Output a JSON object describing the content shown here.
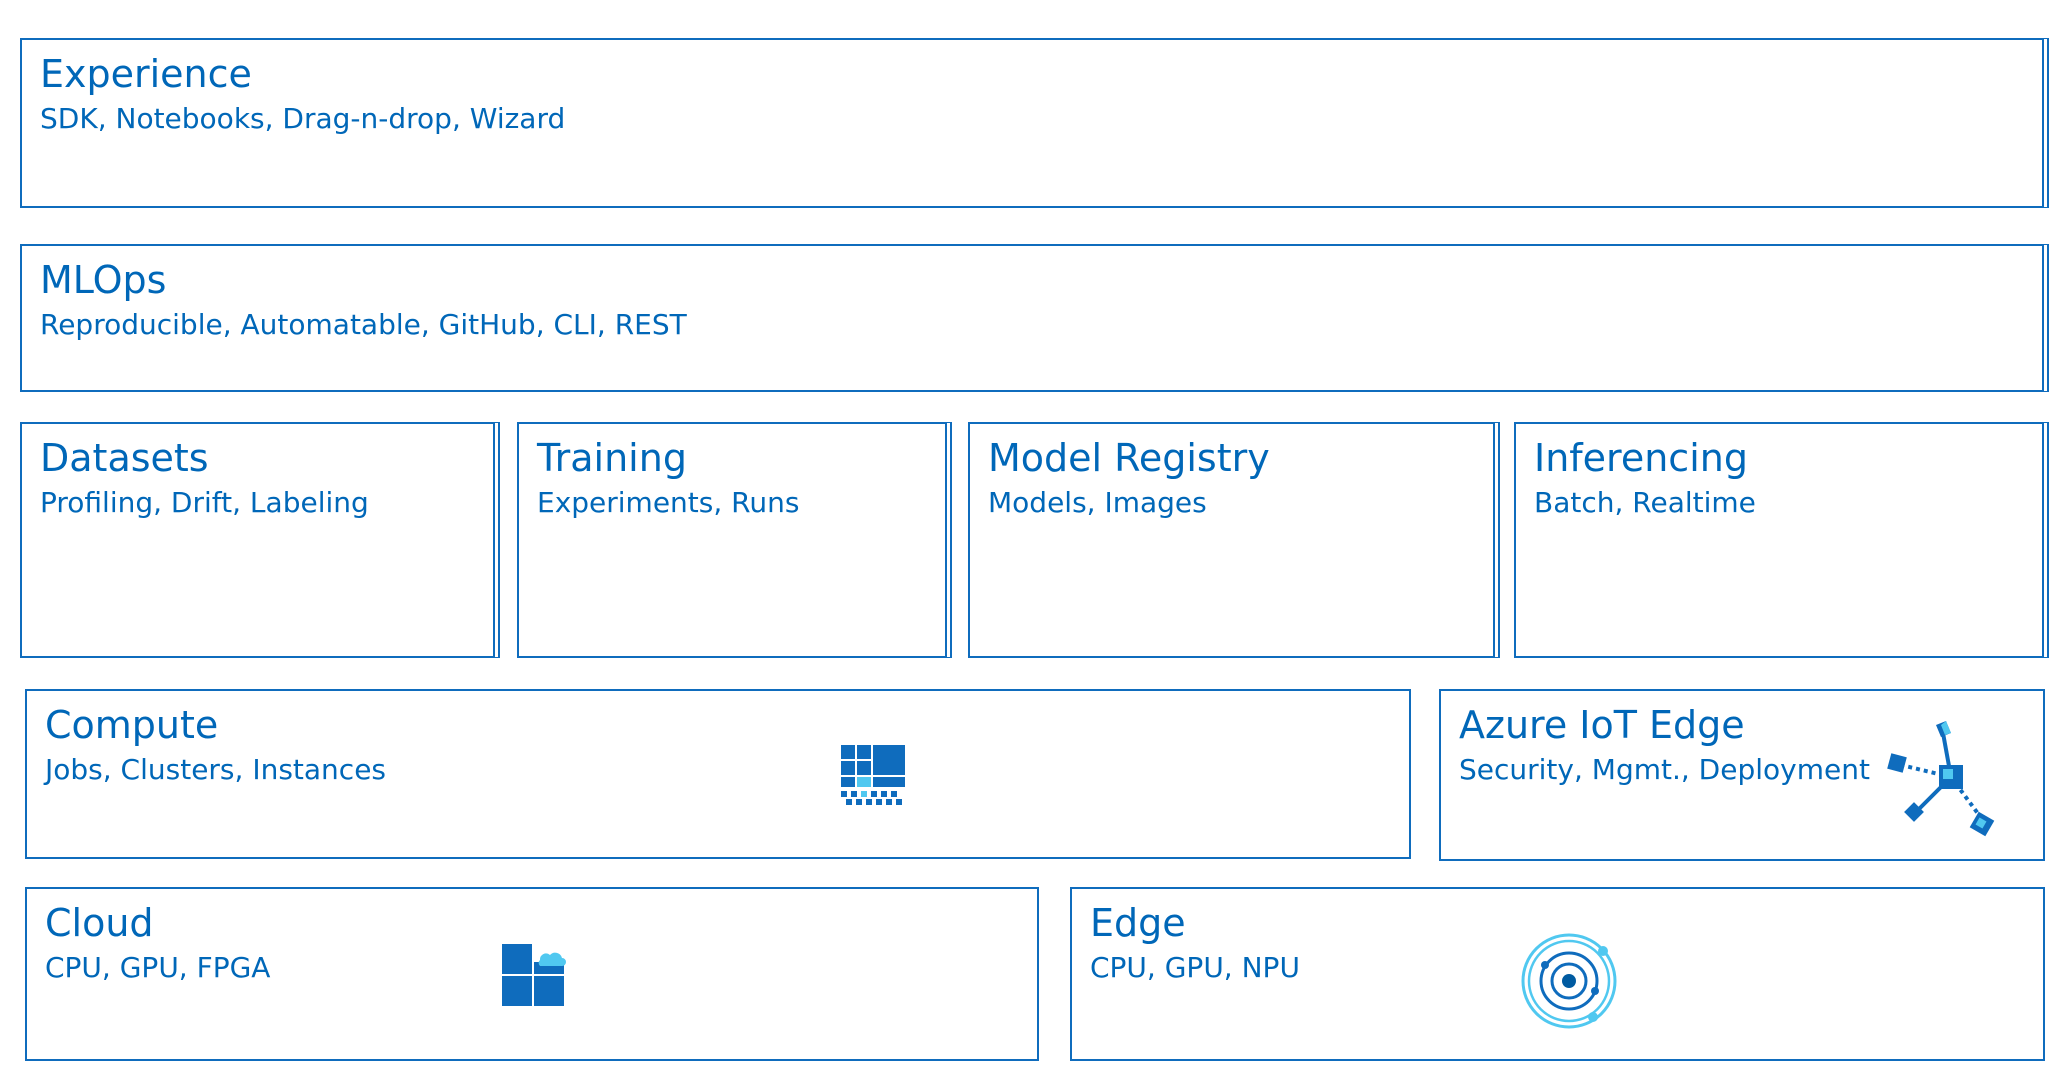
{
  "experience": {
    "title": "Experience",
    "subtitle": "SDK, Notebooks, Drag-n-drop, Wizard"
  },
  "mlops": {
    "title": "MLOps",
    "subtitle": "Reproducible, Automatable, GitHub, CLI, REST"
  },
  "datasets": {
    "title": "Datasets",
    "subtitle": "Profiling, Drift, Labeling"
  },
  "training": {
    "title": "Training",
    "subtitle": "Experiments, Runs"
  },
  "model_registry": {
    "title": "Model Registry",
    "subtitle": "Models, Images"
  },
  "inferencing": {
    "title": "Inferencing",
    "subtitle": "Batch, Realtime"
  },
  "compute": {
    "title": "Compute",
    "subtitle": "Jobs, Clusters, Instances",
    "icon": "compute-grid-icon"
  },
  "iot_edge": {
    "title": "Azure IoT Edge",
    "subtitle": "Security, Mgmt., Deployment",
    "icon": "iot-edge-hub-icon"
  },
  "cloud": {
    "title": "Cloud",
    "subtitle": "CPU, GPU, FPGA",
    "icon": "cloud-blocks-icon"
  },
  "edge": {
    "title": "Edge",
    "subtitle": "CPU, GPU, NPU",
    "icon": "orbit-icon"
  },
  "colors": {
    "primary": "#0f6cbd",
    "accent": "#50c8f0",
    "dark": "#005ba1"
  }
}
